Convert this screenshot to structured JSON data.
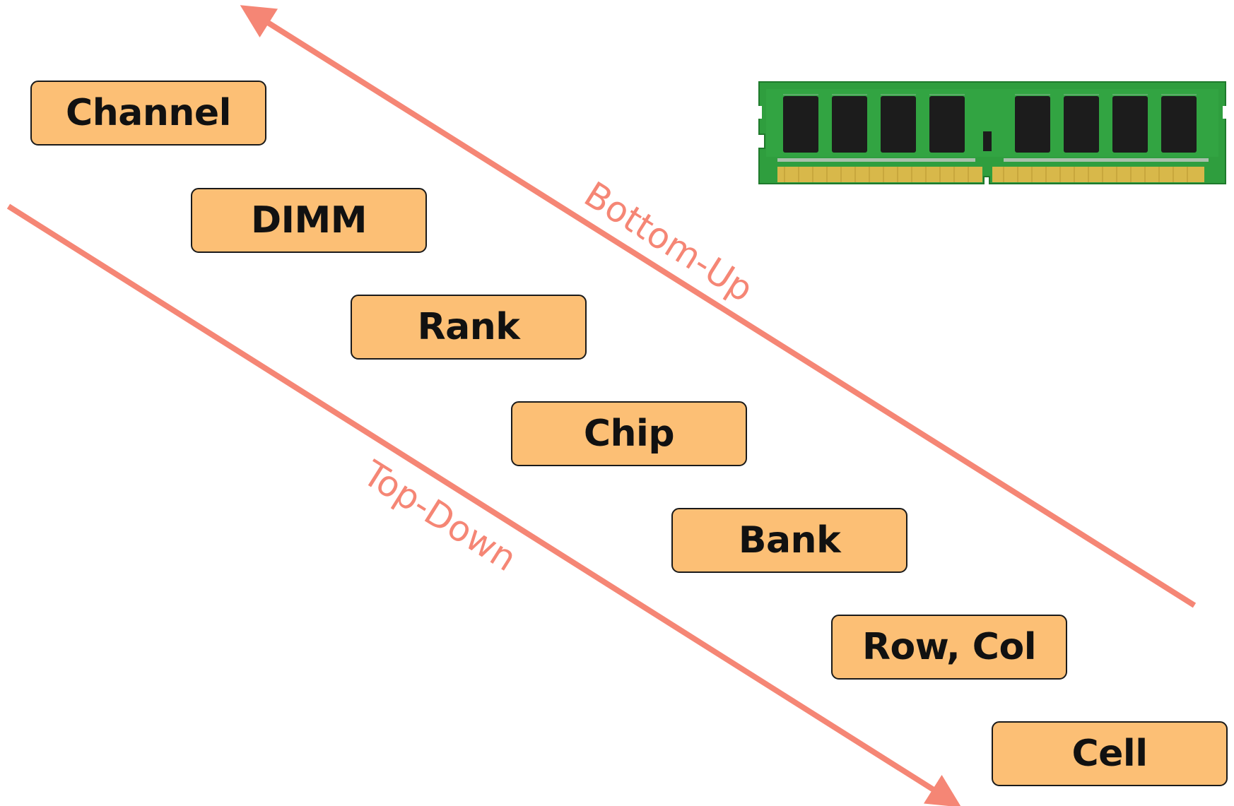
{
  "hierarchy": {
    "levels": [
      {
        "label": "Channel"
      },
      {
        "label": "DIMM"
      },
      {
        "label": "Rank"
      },
      {
        "label": "Chip"
      },
      {
        "label": "Bank"
      },
      {
        "label": "Row, Col"
      },
      {
        "label": "Cell"
      }
    ]
  },
  "arrows": {
    "top_down_label": "Top-Down",
    "bottom_up_label": "Bottom-Up",
    "color": "#f58675"
  },
  "colors": {
    "box_fill": "#fcbf75",
    "box_border": "#1a1a1a",
    "pcb_green": "#2f9e3e",
    "chip_black": "#1c1c1c",
    "gold_contacts": "#d8b84a"
  },
  "image": {
    "icon": "dimm-memory-module-icon"
  }
}
